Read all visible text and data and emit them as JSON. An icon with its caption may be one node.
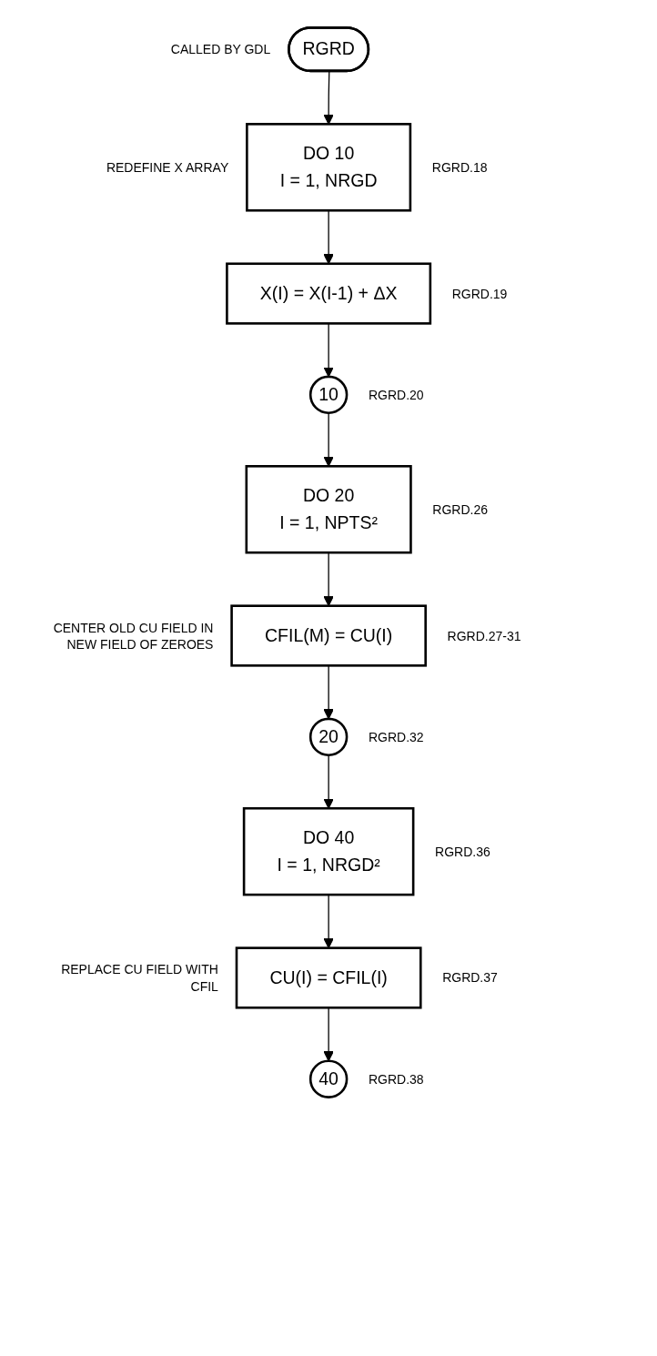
{
  "diagram": {
    "nodes": [
      {
        "text": [
          "RGRD"
        ],
        "beside": [
          "CALLED BY GDL"
        ]
      },
      {
        "text": [
          "DO 10",
          "I = 1, NRGD"
        ],
        "beside": [
          "REDEFINE X ARRAY",
          "RGRD.18"
        ]
      },
      {
        "text": [
          "X(I) = X(I-1) + ΔX"
        ],
        "beside": [
          "RGRD.19"
        ]
      },
      {
        "text": [
          "10"
        ],
        "beside": [
          "RGRD.20"
        ]
      },
      {
        "text": [
          "DO 20",
          "I = 1, NPTS²"
        ],
        "beside": [
          "RGRD.26"
        ]
      },
      {
        "text": [
          "CFIL(M) = CU(I)"
        ],
        "beside": [
          "CENTER OLD CU FIELD IN NEW FIELD OF ZEROES",
          "RGRD.27-31"
        ]
      },
      {
        "text": [
          "20"
        ],
        "beside": [
          "RGRD.32"
        ]
      },
      {
        "text": [
          "DO 40",
          "I = 1, NRGD²"
        ],
        "beside": [
          "RGRD.36"
        ]
      },
      {
        "text": [
          "CU(I) = CFIL(I)"
        ],
        "beside": [
          "REPLACE CU FIELD WITH CFIL",
          "RGRD.37"
        ]
      },
      {
        "text": [
          "40"
        ],
        "beside": [
          "RGRD.38"
        ]
      }
    ],
    "edges": [
      {
        "from": 0,
        "to": 1,
        "arrow": "to"
      },
      {
        "from": 1,
        "to": 2,
        "arrow": "to"
      },
      {
        "from": 2,
        "to": 3,
        "arrow": "to"
      },
      {
        "from": 3,
        "to": 4,
        "arrow": "to"
      },
      {
        "from": 4,
        "to": 5,
        "arrow": "to"
      },
      {
        "from": 5,
        "to": 6,
        "arrow": "to"
      },
      {
        "from": 6,
        "to": 7,
        "arrow": "to"
      },
      {
        "from": 7,
        "to": 8,
        "arrow": "to"
      },
      {
        "from": 8,
        "to": 9,
        "arrow": "to"
      }
    ]
  }
}
